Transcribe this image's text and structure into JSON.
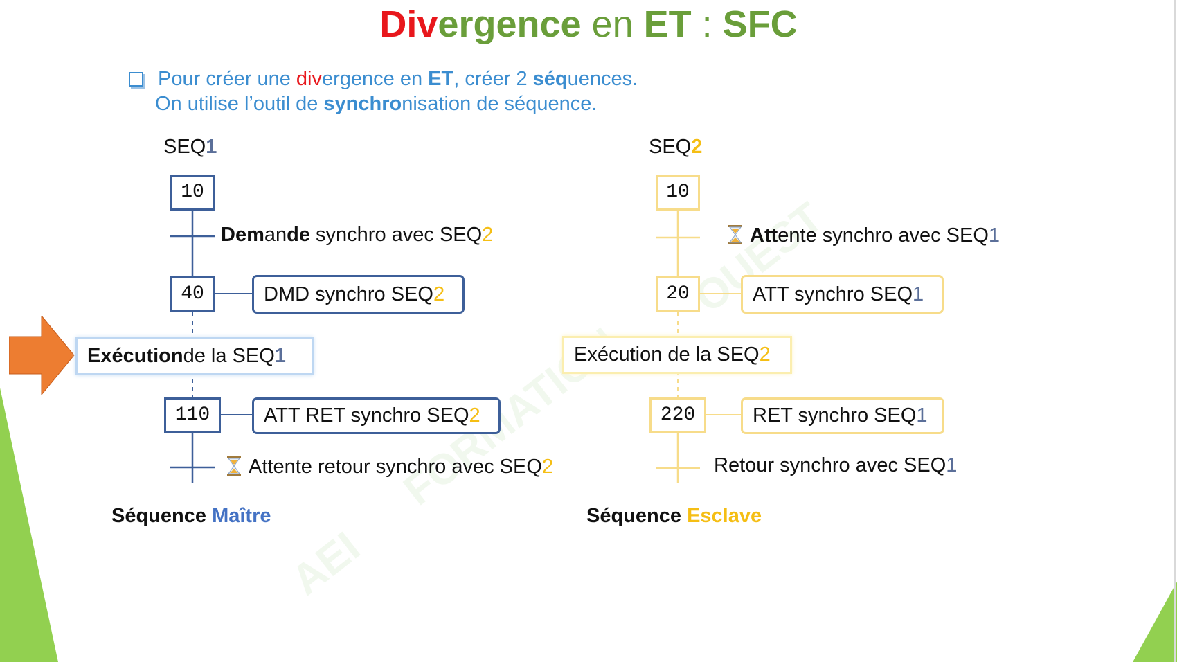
{
  "title": {
    "part1": "Div",
    "part2": "ergence",
    "part3": " en ",
    "part4": "ET",
    "part5": " : ",
    "part6": "SFC"
  },
  "intro": {
    "l1_a": "Pour créer une ",
    "l1_b": "div",
    "l1_c": "ergence en ",
    "l1_d": "ET",
    "l1_e": ", créer 2 ",
    "l1_f": "séq",
    "l1_g": "uences.",
    "l2_a": "On utilise l’outil de ",
    "l2_b": "synchro",
    "l2_c": "nisation de séquence."
  },
  "seq1": {
    "label": "SEQ",
    "num": "1",
    "step1": "10",
    "step2": "40",
    "step3": "110",
    "trans1_bold": "Dem",
    "trans1_mid": "an",
    "trans1_bold2": "de",
    "trans1_rest": " synchro avec SEQ",
    "trans1_num": "2",
    "action1": "DMD synchro SEQ",
    "action1_num": "2",
    "exec_bold": "Exécution",
    "exec_rest": " de la SEQ",
    "exec_num": "1",
    "action2": "ATT RET synchro SEQ",
    "action2_num": "2",
    "trans2": "Attente retour synchro avec SEQ",
    "trans2_num": "2",
    "footer_a": "Séq",
    "footer_b": "uence ",
    "footer_c": "Maître"
  },
  "seq2": {
    "label": "SEQ",
    "num": "2",
    "step1": "10",
    "step2": "20",
    "step3": "220",
    "trans1_bold": "Att",
    "trans1_rest": "ente synchro avec SEQ",
    "trans1_num": "1",
    "action1": "ATT synchro SEQ",
    "action1_num": "1",
    "exec_text": "Exécution de la SEQ",
    "exec_num": "2",
    "action2": "RET synchro SEQ",
    "action2_num": "1",
    "trans2": "Retour synchro avec SEQ",
    "trans2_num": "1",
    "footer_a": "Séq",
    "footer_b": "uence ",
    "footer_c": "Esclave"
  },
  "watermark": {
    "w1": "AEI",
    "w2": "FORMATION",
    "w3": "OUEST"
  },
  "colors": {
    "red": "#e8171c",
    "green": "#6a9e3a",
    "blue": "#4472c4",
    "yellow": "#f5be14",
    "arrow": "#ed7d31"
  }
}
